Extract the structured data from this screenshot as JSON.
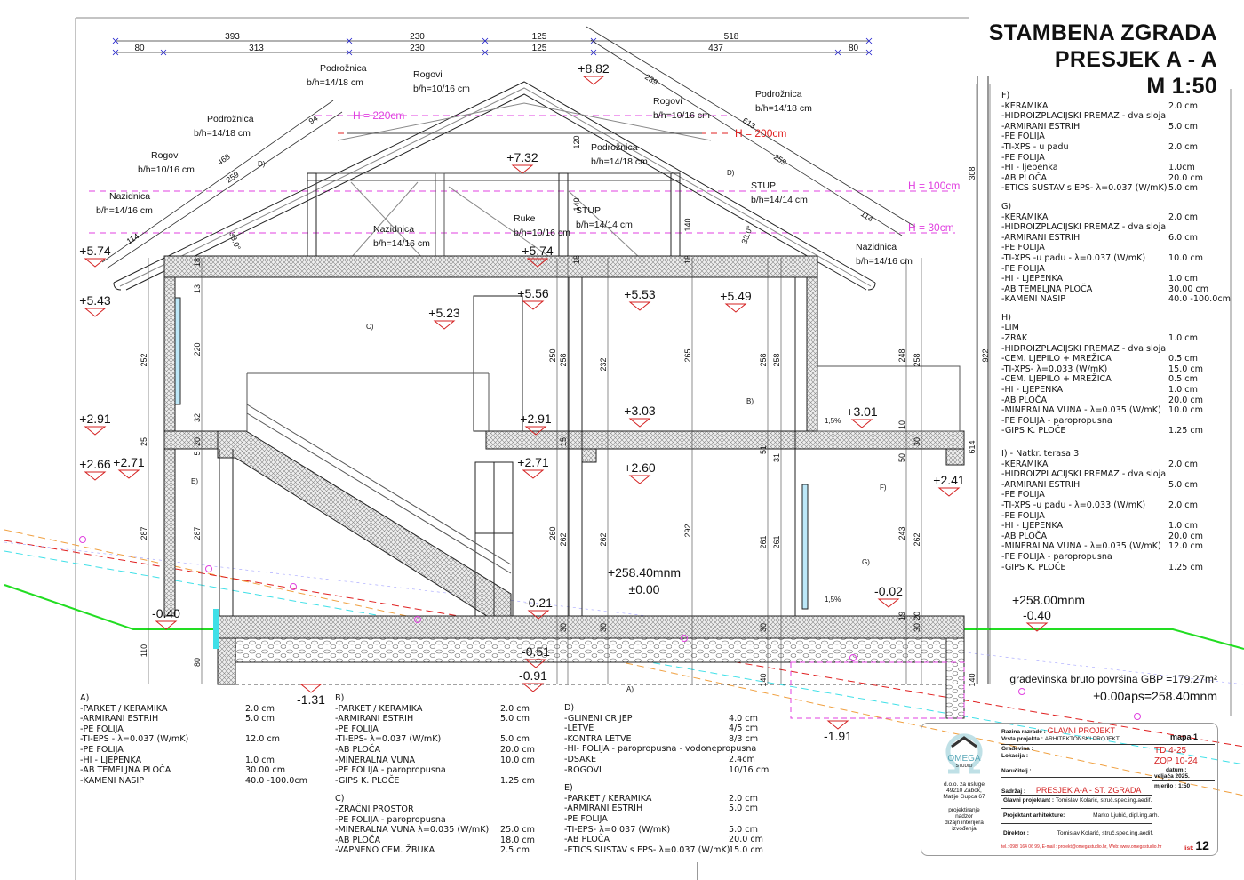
{
  "title": {
    "line1": "STAMBENA ZGRADA",
    "line2": "PRESJEK A - A",
    "line3": "M 1:50"
  },
  "dims_top": [
    "393",
    "230",
    "125",
    "518"
  ],
  "dims_bottom": [
    "80",
    "313",
    "230",
    "125",
    "437",
    "80"
  ],
  "slant_dims": [
    "94",
    "468",
    "259",
    "114",
    "239",
    "613",
    "259",
    "114"
  ],
  "angles": [
    "33.0°",
    "33.0°"
  ],
  "height_lines": [
    "H = 220cm",
    "H = 200cm",
    "H = 100cm",
    "H = 30cm"
  ],
  "elevations": [
    "+8.82",
    "+7.32",
    "+5.74",
    "+5.43",
    "+5.74",
    "+5.56",
    "+5.53",
    "+5.49",
    "+5.23",
    "+2.91",
    "+2.66",
    "+2.71",
    "+2.91",
    "+3.03",
    "+3.01",
    "+2.71",
    "+2.60",
    "+2.41",
    "-0.40",
    "-0.21",
    "-0.02",
    "-0.51",
    "-0.91",
    "-1.31",
    "-1.91",
    "-0.40"
  ],
  "absolute_levels": [
    "+258.40mnm",
    "±0.00",
    "+258.00mnm"
  ],
  "members": [
    {
      "name": "Podrožnica",
      "spec": "b/h=14/18 cm"
    },
    {
      "name": "Rogovi",
      "spec": "b/h=10/16 cm"
    },
    {
      "name": "Podrožnica",
      "spec": "b/h=14/18 cm"
    },
    {
      "name": "Rogovi",
      "spec": "b/h=10/16 cm"
    },
    {
      "name": "Nazidnica",
      "spec": "b/h=14/16 cm"
    },
    {
      "name": "Rogovi",
      "spec": "b/h=10/16 cm"
    },
    {
      "name": "Podrožnica",
      "spec": "b/h=14/18 cm"
    },
    {
      "name": "Podrožnica",
      "spec": "b/h=14/18 cm"
    },
    {
      "name": "STUP",
      "spec": "b/h=14/14 cm"
    },
    {
      "name": "Ruke",
      "spec": "b/h=10/16 cm"
    },
    {
      "name": "STUP",
      "spec": "b/h=14/14 cm"
    },
    {
      "name": "Nazidnica",
      "spec": "b/h=14/16 cm"
    },
    {
      "name": "Nazidnica",
      "spec": "b/h=14/16 cm"
    }
  ],
  "zone_tags": [
    "D)",
    "D)",
    "C)",
    "B)",
    "E)",
    "F)",
    "G)",
    "A)"
  ],
  "slopes": [
    "1,5%",
    "1,5%"
  ],
  "vertical_dims": [
    "252",
    "220",
    "287",
    "287",
    "110",
    "80",
    "13",
    "18",
    "25",
    "32",
    "20",
    "5",
    "250",
    "258",
    "232",
    "265",
    "258",
    "258",
    "260",
    "262",
    "262",
    "292",
    "261",
    "261",
    "248",
    "258",
    "243",
    "262",
    "140",
    "140",
    "120",
    "18",
    "18",
    "140",
    "308",
    "922",
    "614",
    "140",
    "30",
    "30",
    "30",
    "30",
    "51",
    "31",
    "10",
    "50",
    "19",
    "20",
    "15",
    "30"
  ],
  "gbp": {
    "area": "građevinska bruto površina GBP =179.27m²",
    "datum": "±0.00aps=258.40mnm"
  },
  "specs": {
    "F": {
      "title": "F)",
      "items": [
        [
          "-KERAMIKA",
          "2.0 cm"
        ],
        [
          "-HIDROIZPLACIJSKI PREMAZ - dva sloja",
          ""
        ],
        [
          "-ARMIRANI ESTRIH",
          "5.0 cm"
        ],
        [
          "-PE FOLIJA",
          ""
        ],
        [
          "-TI-XPS - u padu",
          "2.0 cm"
        ],
        [
          "-PE FOLIJA",
          ""
        ],
        [
          "-HI - ljepenka",
          "1.0cm"
        ],
        [
          "-AB PLOČA",
          "20.0 cm"
        ],
        [
          "-ETICS SUSTAV s EPS- λ=0.037 (W/mK)",
          "5.0 cm"
        ]
      ]
    },
    "G": {
      "title": "G)",
      "items": [
        [
          "-KERAMIKA",
          "2.0 cm"
        ],
        [
          "-HIDROIZPLACIJSKI PREMAZ - dva sloja",
          ""
        ],
        [
          "-ARMIRANI ESTRIH",
          "6.0 cm"
        ],
        [
          "-PE FOLIJA",
          ""
        ],
        [
          "-TI-XPS -u padu - λ=0.037 (W/mK)",
          "10.0 cm"
        ],
        [
          "-PE FOLIJA",
          ""
        ],
        [
          "-HI - LJEPENKA",
          "1.0 cm"
        ],
        [
          "-AB TEMELJNA PLOČA",
          "30.00 cm"
        ],
        [
          "-KAMENI NASIP",
          "40.0 -100.0cm"
        ]
      ]
    },
    "H": {
      "title": "H)",
      "items": [
        [
          "-LIM",
          ""
        ],
        [
          "-ZRAK",
          "1.0 cm"
        ],
        [
          "-HIDROIZPLACIJSKI PREMAZ - dva sloja",
          ""
        ],
        [
          "-CEM. LJEPILO + MREŽICA",
          "0.5 cm"
        ],
        [
          "-TI-XPS- λ=0.033 (W/mK)",
          "15.0 cm"
        ],
        [
          "-CEM. LJEPILO + MREŽICA",
          "0.5 cm"
        ],
        [
          "-HI - LJEPENKA",
          "1.0 cm"
        ],
        [
          "-AB PLOČA",
          "20.0 cm"
        ],
        [
          "-MINERALNA VUNA - λ=0.035 (W/mK)",
          "10.0 cm"
        ],
        [
          "-PE FOLIJA - paropropusna",
          ""
        ],
        [
          "-GIPS K. PLOČE",
          "1.25 cm"
        ]
      ]
    },
    "I": {
      "title": "I) - Natkr. terasa 3",
      "items": [
        [
          "-KERAMIKA",
          "2.0 cm"
        ],
        [
          "-HIDROIZPLACIJSKI PREMAZ - dva sloja",
          ""
        ],
        [
          "-ARMIRANI ESTRIH",
          "5.0 cm"
        ],
        [
          "-PE FOLIJA",
          ""
        ],
        [
          "-TI-XPS -u padu - λ=0.033 (W/mK)",
          "2.0 cm"
        ],
        [
          "-PE FOLIJA",
          ""
        ],
        [
          "-HI - LJEPENKA",
          "1.0 cm"
        ],
        [
          "-AB PLOČA",
          "20.0 cm"
        ],
        [
          "-MINERALNA VUNA - λ=0.035 (W/mK)",
          "12.0 cm"
        ],
        [
          "-PE FOLIJA - paropropusna",
          ""
        ],
        [
          "-GIPS K. PLOČE",
          "1.25 cm"
        ]
      ]
    },
    "A": {
      "title": "A)",
      "items": [
        [
          "-PARKET / KERAMIKA",
          "2.0 cm"
        ],
        [
          "-ARMIRANI ESTRIH",
          "5.0 cm"
        ],
        [
          "-PE FOLIJA",
          ""
        ],
        [
          "-TI-EPS - λ=0.037 (W/mK)",
          "12.0 cm"
        ],
        [
          "-PE FOLIJA",
          ""
        ],
        [
          "-HI - LJEPENKA",
          "1.0 cm"
        ],
        [
          "-AB TEMELJNA PLOČA",
          "30.00 cm"
        ],
        [
          "-KAMENI NASIP",
          "40.0 -100.0cm"
        ]
      ]
    },
    "B": {
      "title": "B)",
      "items": [
        [
          "-PARKET / KERAMIKA",
          "2.0 cm"
        ],
        [
          "-ARMIRANI ESTRIH",
          "5.0 cm"
        ],
        [
          "-PE FOLIJA",
          ""
        ],
        [
          "-TI-EPS- λ=0.037 (W/mK)",
          "5.0 cm"
        ],
        [
          "-AB PLOČA",
          "20.0 cm"
        ],
        [
          "-MINERALNA VUNA",
          "10.0 cm"
        ],
        [
          "-PE FOLIJA - paropropusna",
          ""
        ],
        [
          "-GIPS K. PLOČE",
          "1.25 cm"
        ]
      ]
    },
    "C": {
      "title": "C)",
      "items": [
        [
          "-ZRAČNI PROSTOR",
          ""
        ],
        [
          "-PE FOLIJA - paropropusna",
          ""
        ],
        [
          "-MINERALNA VUNA  λ=0.035 (W/mK)",
          "25.0 cm"
        ],
        [
          "-AB PLOČA",
          "18.0 cm"
        ],
        [
          "-VAPNENO CEM. ŽBUKA",
          "2.5 cm"
        ]
      ]
    },
    "D": {
      "title": "D)",
      "items": [
        [
          "-GLINENI CRIJEP",
          "4.0 cm"
        ],
        [
          "-LETVE",
          "4/5 cm"
        ],
        [
          "-KONTRA LETVE",
          "8/3 cm"
        ],
        [
          "-HI- FOLIJA - paropropusna - vodonepropusna",
          ""
        ],
        [
          "-DSAKE",
          "2.4cm"
        ],
        [
          "-ROGOVI",
          "10/16 cm"
        ]
      ]
    },
    "E": {
      "title": "E)",
      "items": [
        [
          "-PARKET / KERAMIKA",
          "2.0 cm"
        ],
        [
          "-ARMIRANI ESTRIH",
          "5.0 cm"
        ],
        [
          "-PE FOLIJA",
          ""
        ],
        [
          "-TI-EPS- λ=0.037 (W/mK)",
          "5.0 cm"
        ],
        [
          "-AB PLOČA",
          "20.0 cm"
        ],
        [
          "-ETICS SUSTAV s EPS- λ=0.037 (W/mK)",
          "15.0 cm"
        ]
      ]
    }
  },
  "title_block": {
    "logo_name": "OMEGA",
    "logo_sub": "STUDIO",
    "company": "d.o.o. za usluge",
    "zip": "49210 Zabok,",
    "street": "Matije Gupca 67",
    "services": [
      "projektiranje",
      "nadzor",
      "dizajn interijera",
      "izvođenja"
    ],
    "razina_label": "Razina razrade :",
    "razina": "GLAVNI PROJEKT",
    "vrsta_label": "Vrsta projekta :",
    "vrsta": "ARHITEKTONSKI PROJEKT",
    "mapa": "mapa 1",
    "gradevina_label": "Građevina :",
    "lokacija_label": "Lokacija :",
    "narucitelj_label": "Naručitelj :",
    "td": "TD 4-25",
    "zop": "ZOP 10-24",
    "datum_label": "datum :",
    "datum": "veljača 2025.",
    "mjerilo": "mjerilo : 1:50",
    "sadrzaj_label": "Sadržaj :",
    "sadrzaj": "PRESJEK A-A - ST. ZGRADA",
    "glavni_label": "Glavni projektant :",
    "glavni": "Tomislav Kolarić, struč.spec.ing.aedif.",
    "arh_label": "Projektant arhitekture:",
    "arh": "Marko Ljubić, dipl.ing.arh.",
    "direktor_label": "Direktor :",
    "direktor": "Tomislav Kolarić, struč.spec.ing.aedif.",
    "contact": "tel.: 098/ 164 06 99, E-mail : projekt@omegastudio.hr, Web: www.omegastudio.hr",
    "list_label": "list:",
    "list": "12"
  },
  "colors": {
    "elev": "#d42020",
    "dim": "#1a1acc",
    "hline": "#e040e0",
    "hline_red": "#e02020",
    "ground": "#22dd22",
    "orange": "#f0a040",
    "cyan": "#40e0e8"
  }
}
